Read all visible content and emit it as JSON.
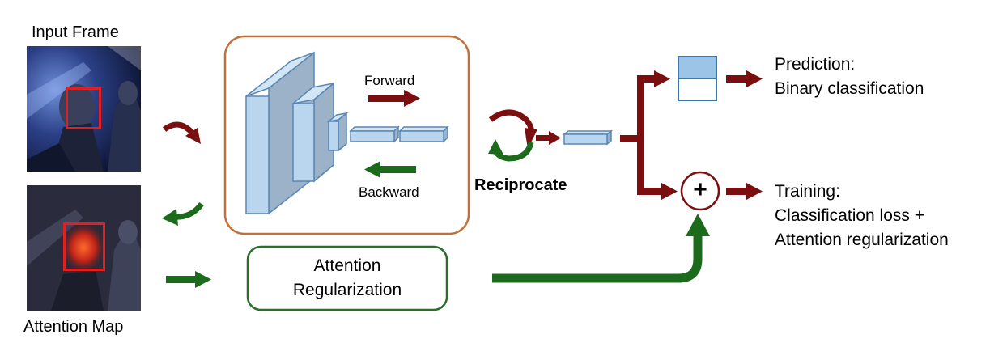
{
  "images": {
    "input_frame_label": "Input Frame",
    "attention_map_label": "Attention Map"
  },
  "network": {
    "forward_label": "Forward",
    "backward_label": "Backward"
  },
  "reciprocate_label": "Reciprocate",
  "attention_regularization": {
    "line1": "Attention",
    "line2": "Regularization"
  },
  "outputs": {
    "prediction_line1": "Prediction:",
    "prediction_line2": "Binary classification",
    "training_line1": "Training:",
    "training_line2": "Classification loss +",
    "training_line3": "Attention regularization",
    "sum_symbol": "+"
  },
  "colors": {
    "dark_red": "#7b0e0e",
    "green": "#1c6b1c",
    "box_orange": "#c0703a",
    "box_green": "#2a6e2a",
    "layer_fill": "#b9d6ee",
    "layer_side": "#9bb2c9",
    "layer_stroke": "#5a86b4",
    "detection_box": "#e02020"
  },
  "icons": {
    "sum": "circled-plus-icon",
    "forward": "arrow-right-icon",
    "backward": "arrow-left-icon"
  }
}
